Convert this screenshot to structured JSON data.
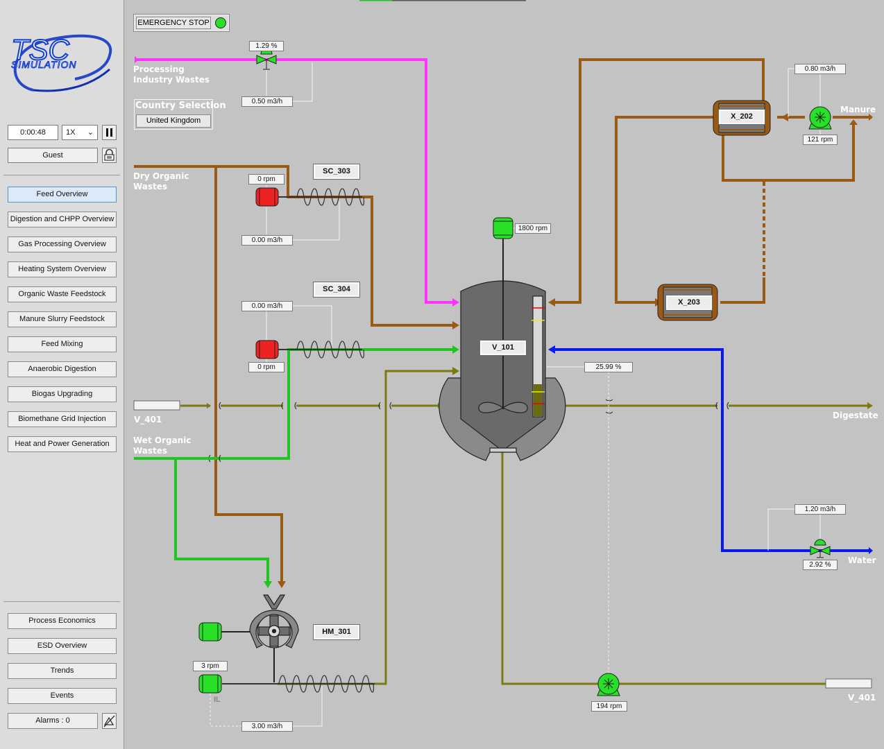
{
  "sidebar": {
    "logo_top": "TSC",
    "logo_bottom": "SIMULATION",
    "timer": "0:00:48",
    "speed": "1X",
    "user": "Guest",
    "nav": [
      "Feed Overview",
      "Digestion and CHPP Overview",
      "Gas Processing Overview",
      "Heating System Overview",
      "Organic Waste Feedstock",
      "Manure Slurry Feedstock",
      "Feed Mixing",
      "Anaerobic Digestion",
      "Biogas Upgrading",
      "Biomethane Grid Injection",
      "Heat and Power Generation"
    ],
    "bottom": [
      "Process Economics",
      "ESD Overview",
      "Trends",
      "Events"
    ],
    "alarms": "Alarms : 0"
  },
  "top": {
    "emergency_stop": "EMERGENCY STOP",
    "country_title": "Country Selection",
    "country_value": "United Kingdom"
  },
  "labels": {
    "processing": "Processing Industry Wastes",
    "dry": "Dry Organic Wastes",
    "wet": "Wet Organic Wastes",
    "v401_left": "V_401",
    "v401_right": "V_401",
    "digestate": "Digestate",
    "manure": "Manure",
    "water": "Water",
    "il": "IL"
  },
  "tags": {
    "sc303": "SC_303",
    "sc304": "SC_304",
    "v101": "V_101",
    "x202": "X_202",
    "x203": "X_203",
    "hm301": "HM_301"
  },
  "values": {
    "valve_top_pct": "1.29 %",
    "proc_flow": "0.50 m3/h",
    "sc303_rpm": "0 rpm",
    "sc303_flow": "0.00 m3/h",
    "sc304_flow": "0.00 m3/h",
    "sc304_rpm": "0 rpm",
    "agitator_rpm": "1800 rpm",
    "level_pct": "25.99 %",
    "manure_flow": "0.80 m3/h",
    "manure_pump_rpm": "121 rpm",
    "water_flow": "1.20 m3/h",
    "water_valve_pct": "2.92 %",
    "hm_screw_rpm": "3 rpm",
    "hm_flow": "3.00 m3/h",
    "digestate_pump_rpm": "194 rpm"
  },
  "colors": {
    "brown": "#9a5a14",
    "magenta": "#ff33ff",
    "green": "#22c422",
    "olive": "#7a7a10",
    "blue": "#0a18f0",
    "motor_green": "#28e028",
    "motor_red": "#ee2222"
  }
}
